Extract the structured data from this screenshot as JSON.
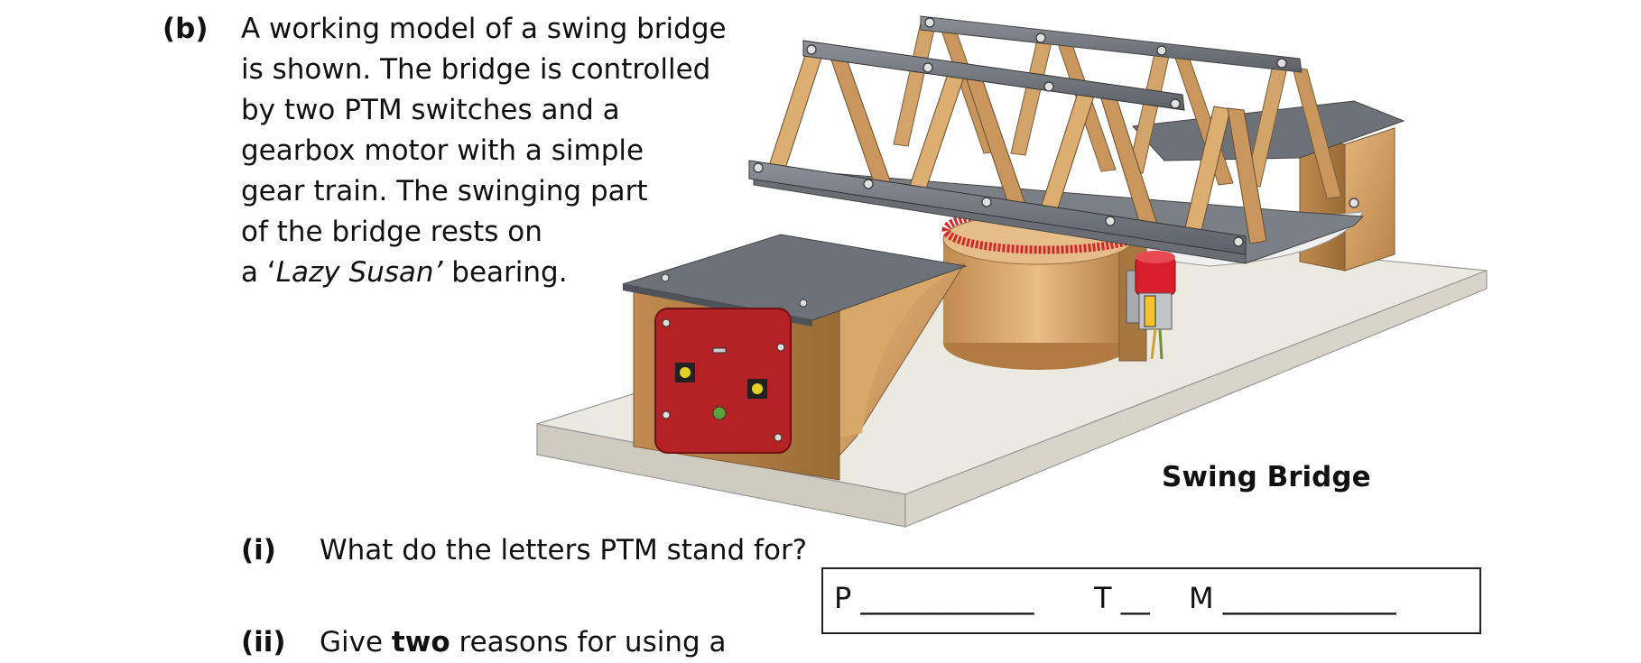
{
  "question_b": {
    "label": "(b)",
    "lines": [
      "A working model of a swing bridge",
      "is shown.  The bridge is controlled",
      "by two PTM switches and a",
      "gearbox motor with a simple",
      "gear train.  The swinging part",
      "of the bridge rests on"
    ],
    "last_line_prefix": "a ‘",
    "last_line_italic": "Lazy Susan’",
    "last_line_suffix": " bearing."
  },
  "figure": {
    "caption": "Swing Bridge",
    "icons": [
      "swing-bridge-model",
      "truss-bridge",
      "control-box",
      "gearbox-motor",
      "gear-ring",
      "lazy-susan-base",
      "ptm-switch",
      "led"
    ],
    "colors": {
      "truss": "#c9975d",
      "steel": "#6d7178",
      "base": "#ebe8df",
      "panel": "#b52226",
      "motor": "#d81e2a",
      "gear": "#cf2a2a"
    }
  },
  "question_i": {
    "label": "(i)",
    "text": "What do the letters PTM stand for?"
  },
  "answer": {
    "p": "P ____________",
    "t": "T __",
    "m": "M ____________"
  },
  "question_ii": {
    "label": "(ii)",
    "text_before": "Give ",
    "bold": "two",
    "text_after": " reasons for using a"
  }
}
